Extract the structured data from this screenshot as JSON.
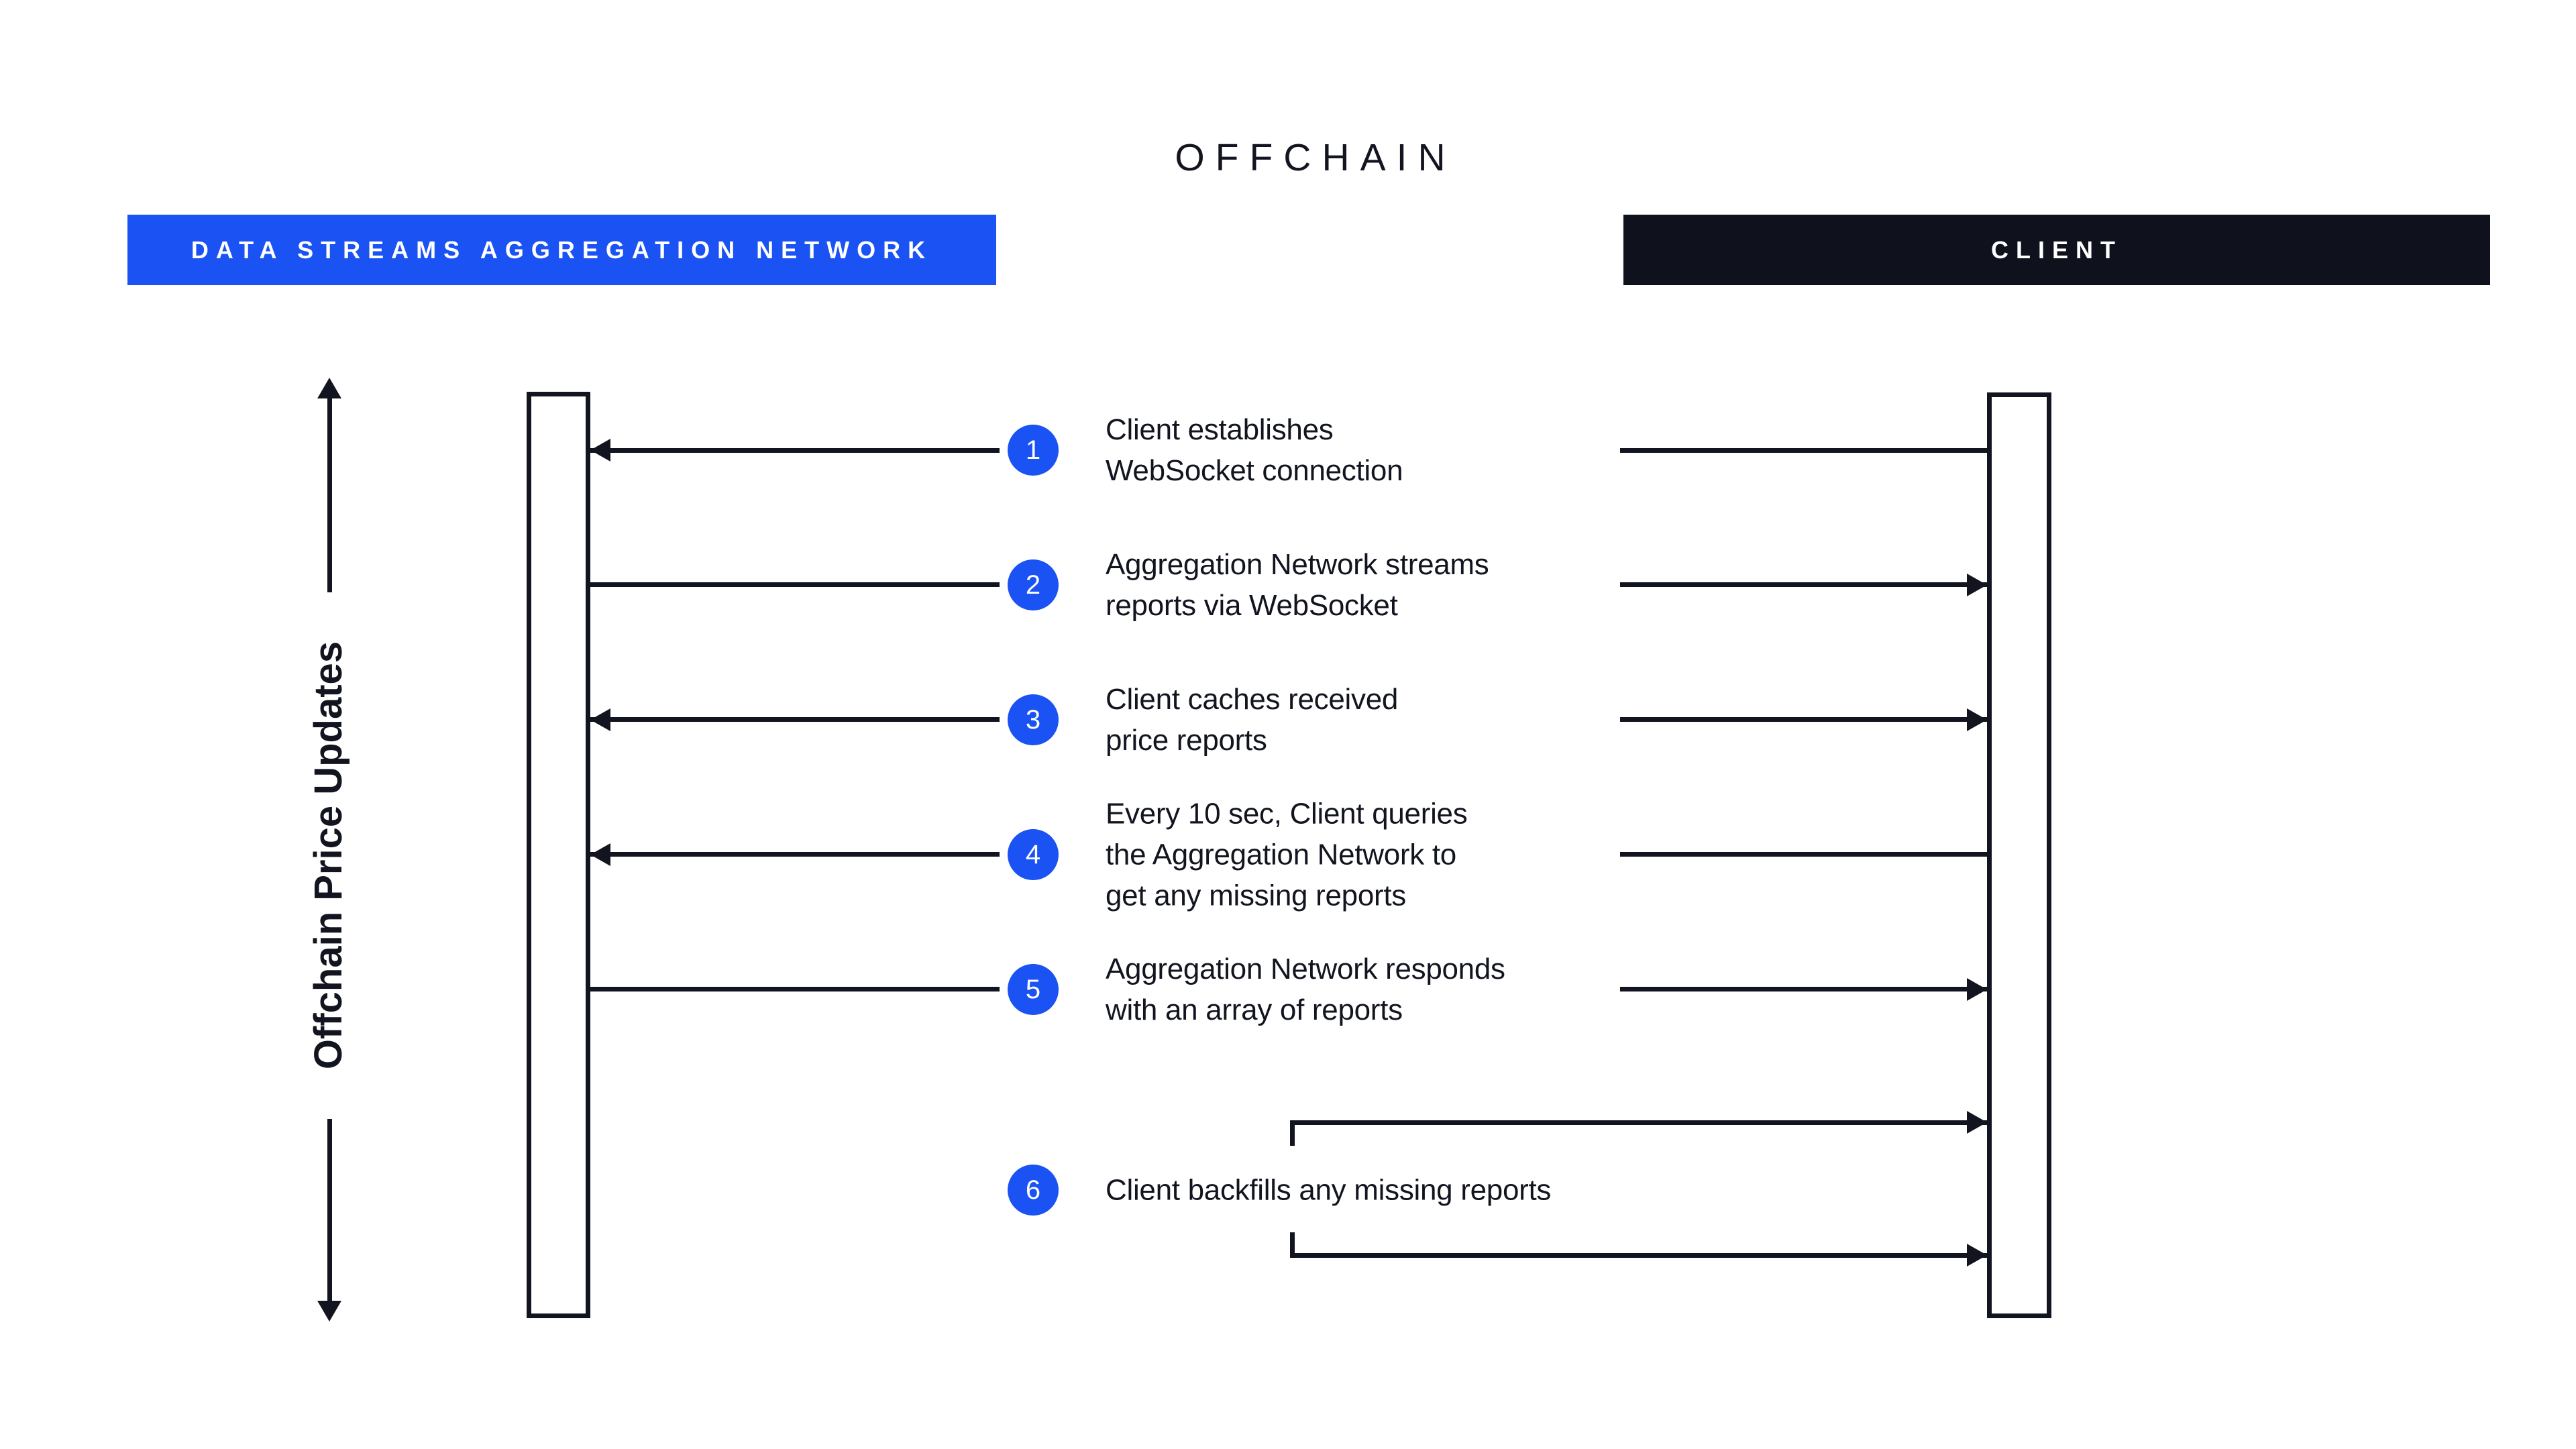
{
  "title": "OFFCHAIN",
  "colors": {
    "accent_blue": "#1B52F3",
    "ink": "#12151F",
    "client_header_bg": "#0F121C",
    "background": "#FFFFFF"
  },
  "lanes": {
    "aggregation_network": {
      "label": "DATA STREAMS AGGREGATION NETWORK"
    },
    "client": {
      "label": "CLIENT"
    }
  },
  "axis": {
    "label": "Offchain Price Updates"
  },
  "steps": [
    {
      "number": "1",
      "text": "Client establishes\nWebSocket connection",
      "direction": "client-to-network"
    },
    {
      "number": "2",
      "text": "Aggregation Network streams\nreports via WebSocket",
      "direction": "network-to-client"
    },
    {
      "number": "3",
      "text": "Client caches received\nprice reports",
      "direction": "both"
    },
    {
      "number": "4",
      "text": "Every 10 sec, Client queries\nthe Aggregation Network to\nget any missing reports",
      "direction": "client-to-network"
    },
    {
      "number": "5",
      "text": "Aggregation Network responds\nwith an array of reports",
      "direction": "network-to-client"
    },
    {
      "number": "6",
      "text": "Client backfills any missing reports",
      "direction": "client-self-loop"
    }
  ]
}
